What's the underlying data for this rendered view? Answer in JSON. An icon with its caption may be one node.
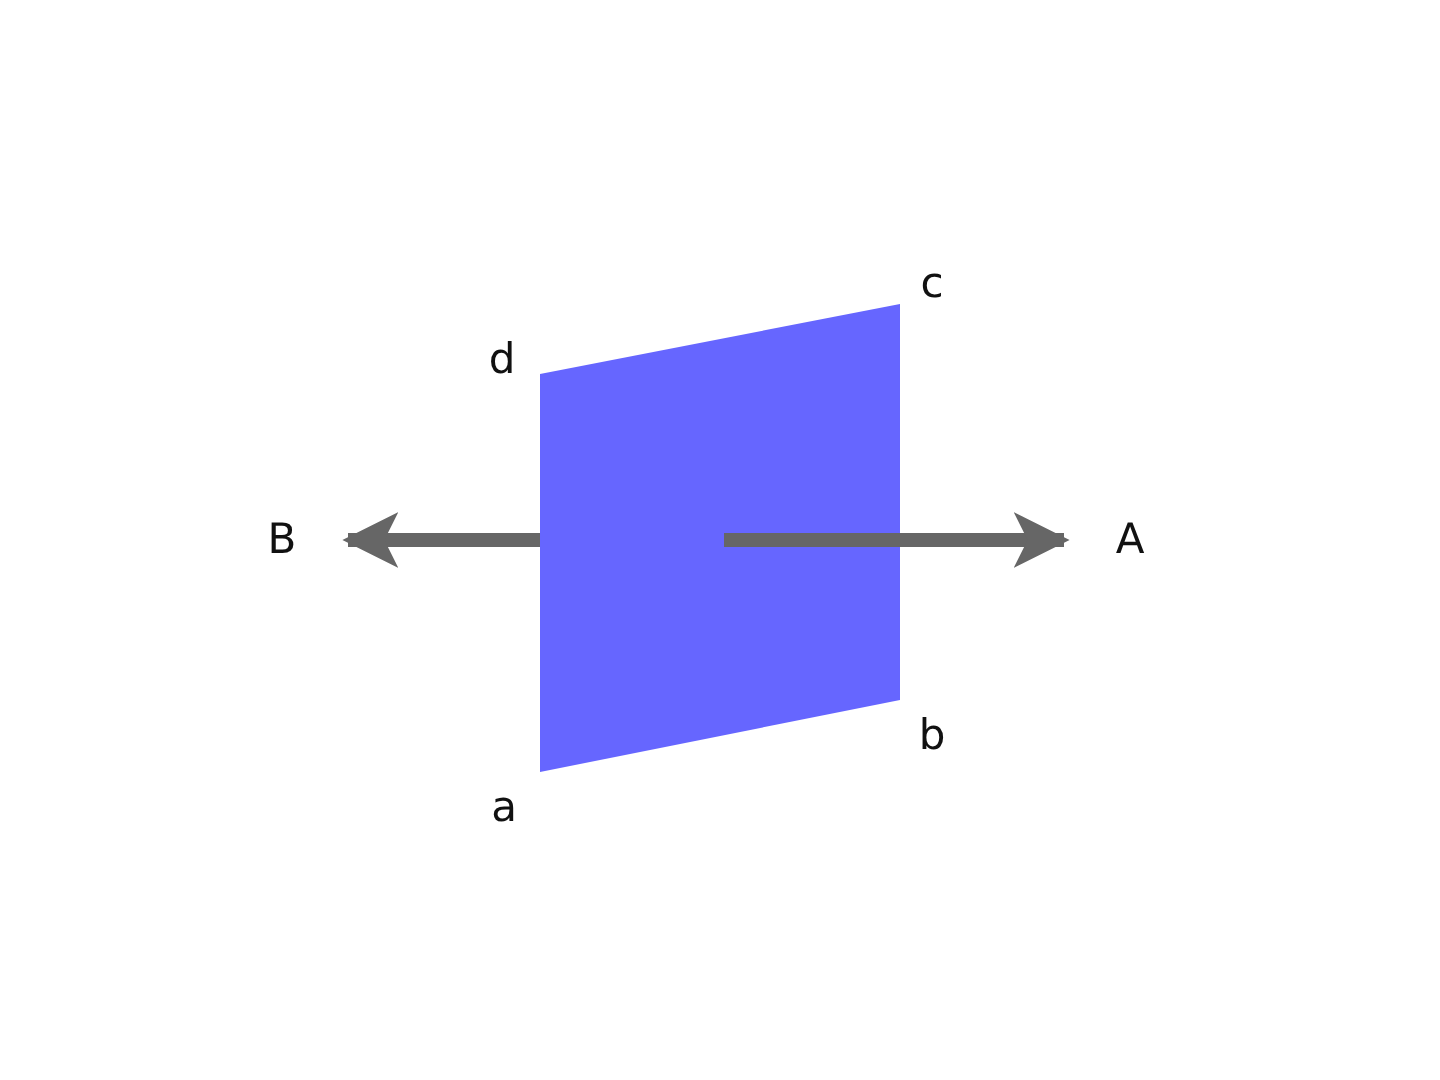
{
  "diagram": {
    "labels": [
      "d",
      "c",
      "B",
      "A",
      "b",
      "a"
    ]
  }
}
